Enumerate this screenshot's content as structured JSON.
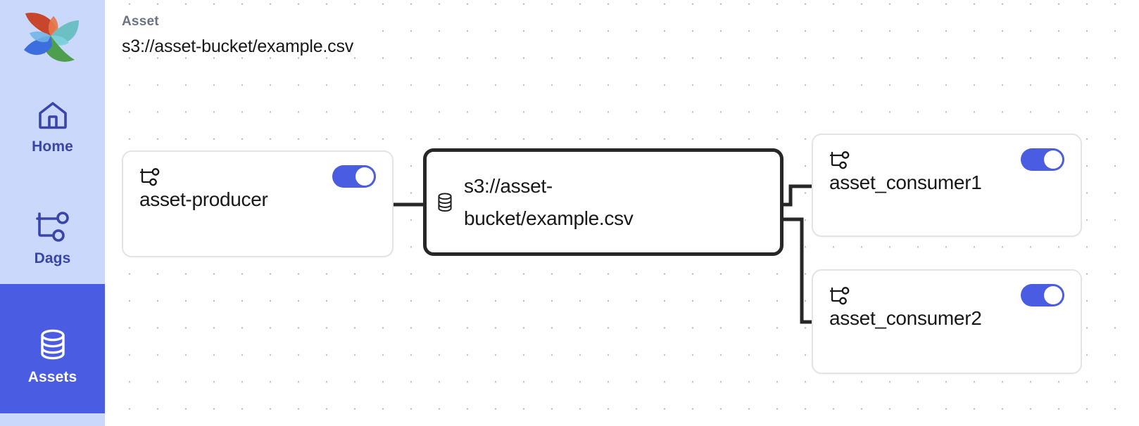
{
  "app": {
    "name": "Apache Airflow",
    "logo_icon": "airflow-pinwheel-logo"
  },
  "sidebar": {
    "background_color": "#c9d8fb",
    "active_color": "#4a5de2",
    "text_color": "#3a45ab",
    "items": [
      {
        "id": "home",
        "label": "Home",
        "icon": "home-icon",
        "active": false
      },
      {
        "id": "dags",
        "label": "Dags",
        "icon": "dag-tree-icon",
        "active": false
      },
      {
        "id": "assets",
        "label": "Assets",
        "icon": "database-icon",
        "active": true
      }
    ]
  },
  "header": {
    "eyebrow": "Asset",
    "title": "s3://asset-bucket/example.csv"
  },
  "graph": {
    "accent_color": "#4a5de2",
    "selected_border_color": "#27272a",
    "node_border_color": "#e4e4e7",
    "grid_dot_color": "#b9b9b9",
    "nodes": [
      {
        "id": "producer",
        "type": "dag",
        "label": "asset-producer",
        "icon": "dag-tree-icon",
        "toggle": {
          "name": "dag-pause-toggle",
          "state": "on"
        },
        "selected": false
      },
      {
        "id": "asset",
        "type": "asset",
        "label": "s3://asset-bucket/example.csv",
        "icon": "database-icon",
        "selected": true
      },
      {
        "id": "consumer1",
        "type": "dag",
        "label": "asset_consumer1",
        "icon": "dag-tree-icon",
        "toggle": {
          "name": "dag-pause-toggle",
          "state": "on"
        },
        "selected": false
      },
      {
        "id": "consumer2",
        "type": "dag",
        "label": "asset_consumer2",
        "icon": "dag-tree-icon",
        "toggle": {
          "name": "dag-pause-toggle",
          "state": "on"
        },
        "selected": false
      }
    ],
    "edges": [
      {
        "from": "producer",
        "to": "asset"
      },
      {
        "from": "asset",
        "to": "consumer1"
      },
      {
        "from": "asset",
        "to": "consumer2"
      }
    ]
  }
}
